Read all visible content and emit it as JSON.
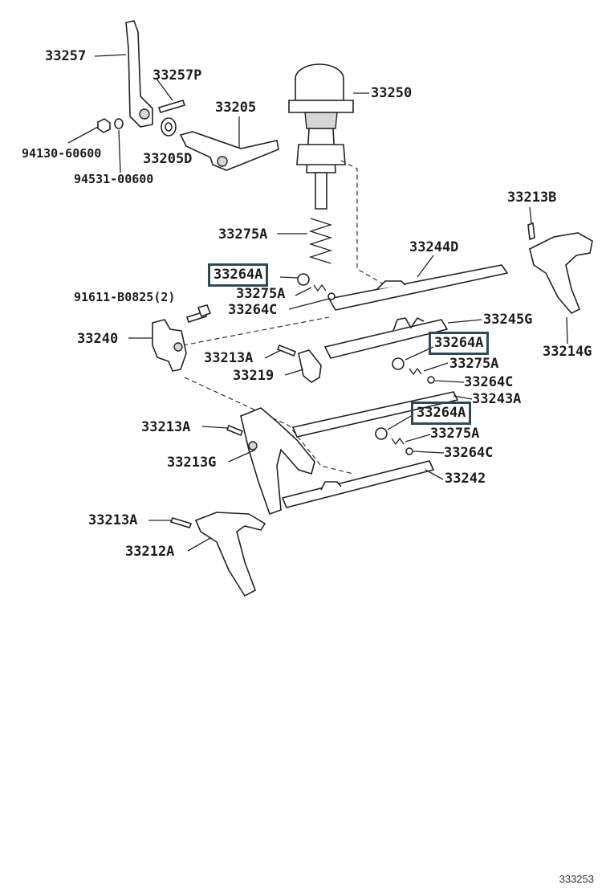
{
  "diagram": {
    "figure_number": "333253",
    "highlight_color": "#2e4a57",
    "labels": {
      "p33257": "33257",
      "p33257p": "33257P",
      "p33205": "33205",
      "p33250": "33250",
      "p94130": "94130-60600",
      "p33205d": "33205D",
      "p94531": "94531-00600",
      "p33213b": "33213B",
      "p33275a_1": "33275A",
      "p33244d": "33244D",
      "p33264a_1": "33264A",
      "p91611": "91611-B0825(2)",
      "p33275a_2": "33275A",
      "p33264c_1": "33264C",
      "p33245g": "33245G",
      "p33240": "33240",
      "p33264a_2": "33264A",
      "p33214g": "33214G",
      "p33213a_1": "33213A",
      "p33275a_3": "33275A",
      "p33219": "33219",
      "p33264c_2": "33264C",
      "p33243a": "33243A",
      "p33264a_3": "33264A",
      "p33213a_2": "33213A",
      "p33275a_4": "33275A",
      "p33213g": "33213G",
      "p33264c_3": "33264C",
      "p33242": "33242",
      "p33213a_3": "33213A",
      "p33212a": "33212A"
    }
  }
}
